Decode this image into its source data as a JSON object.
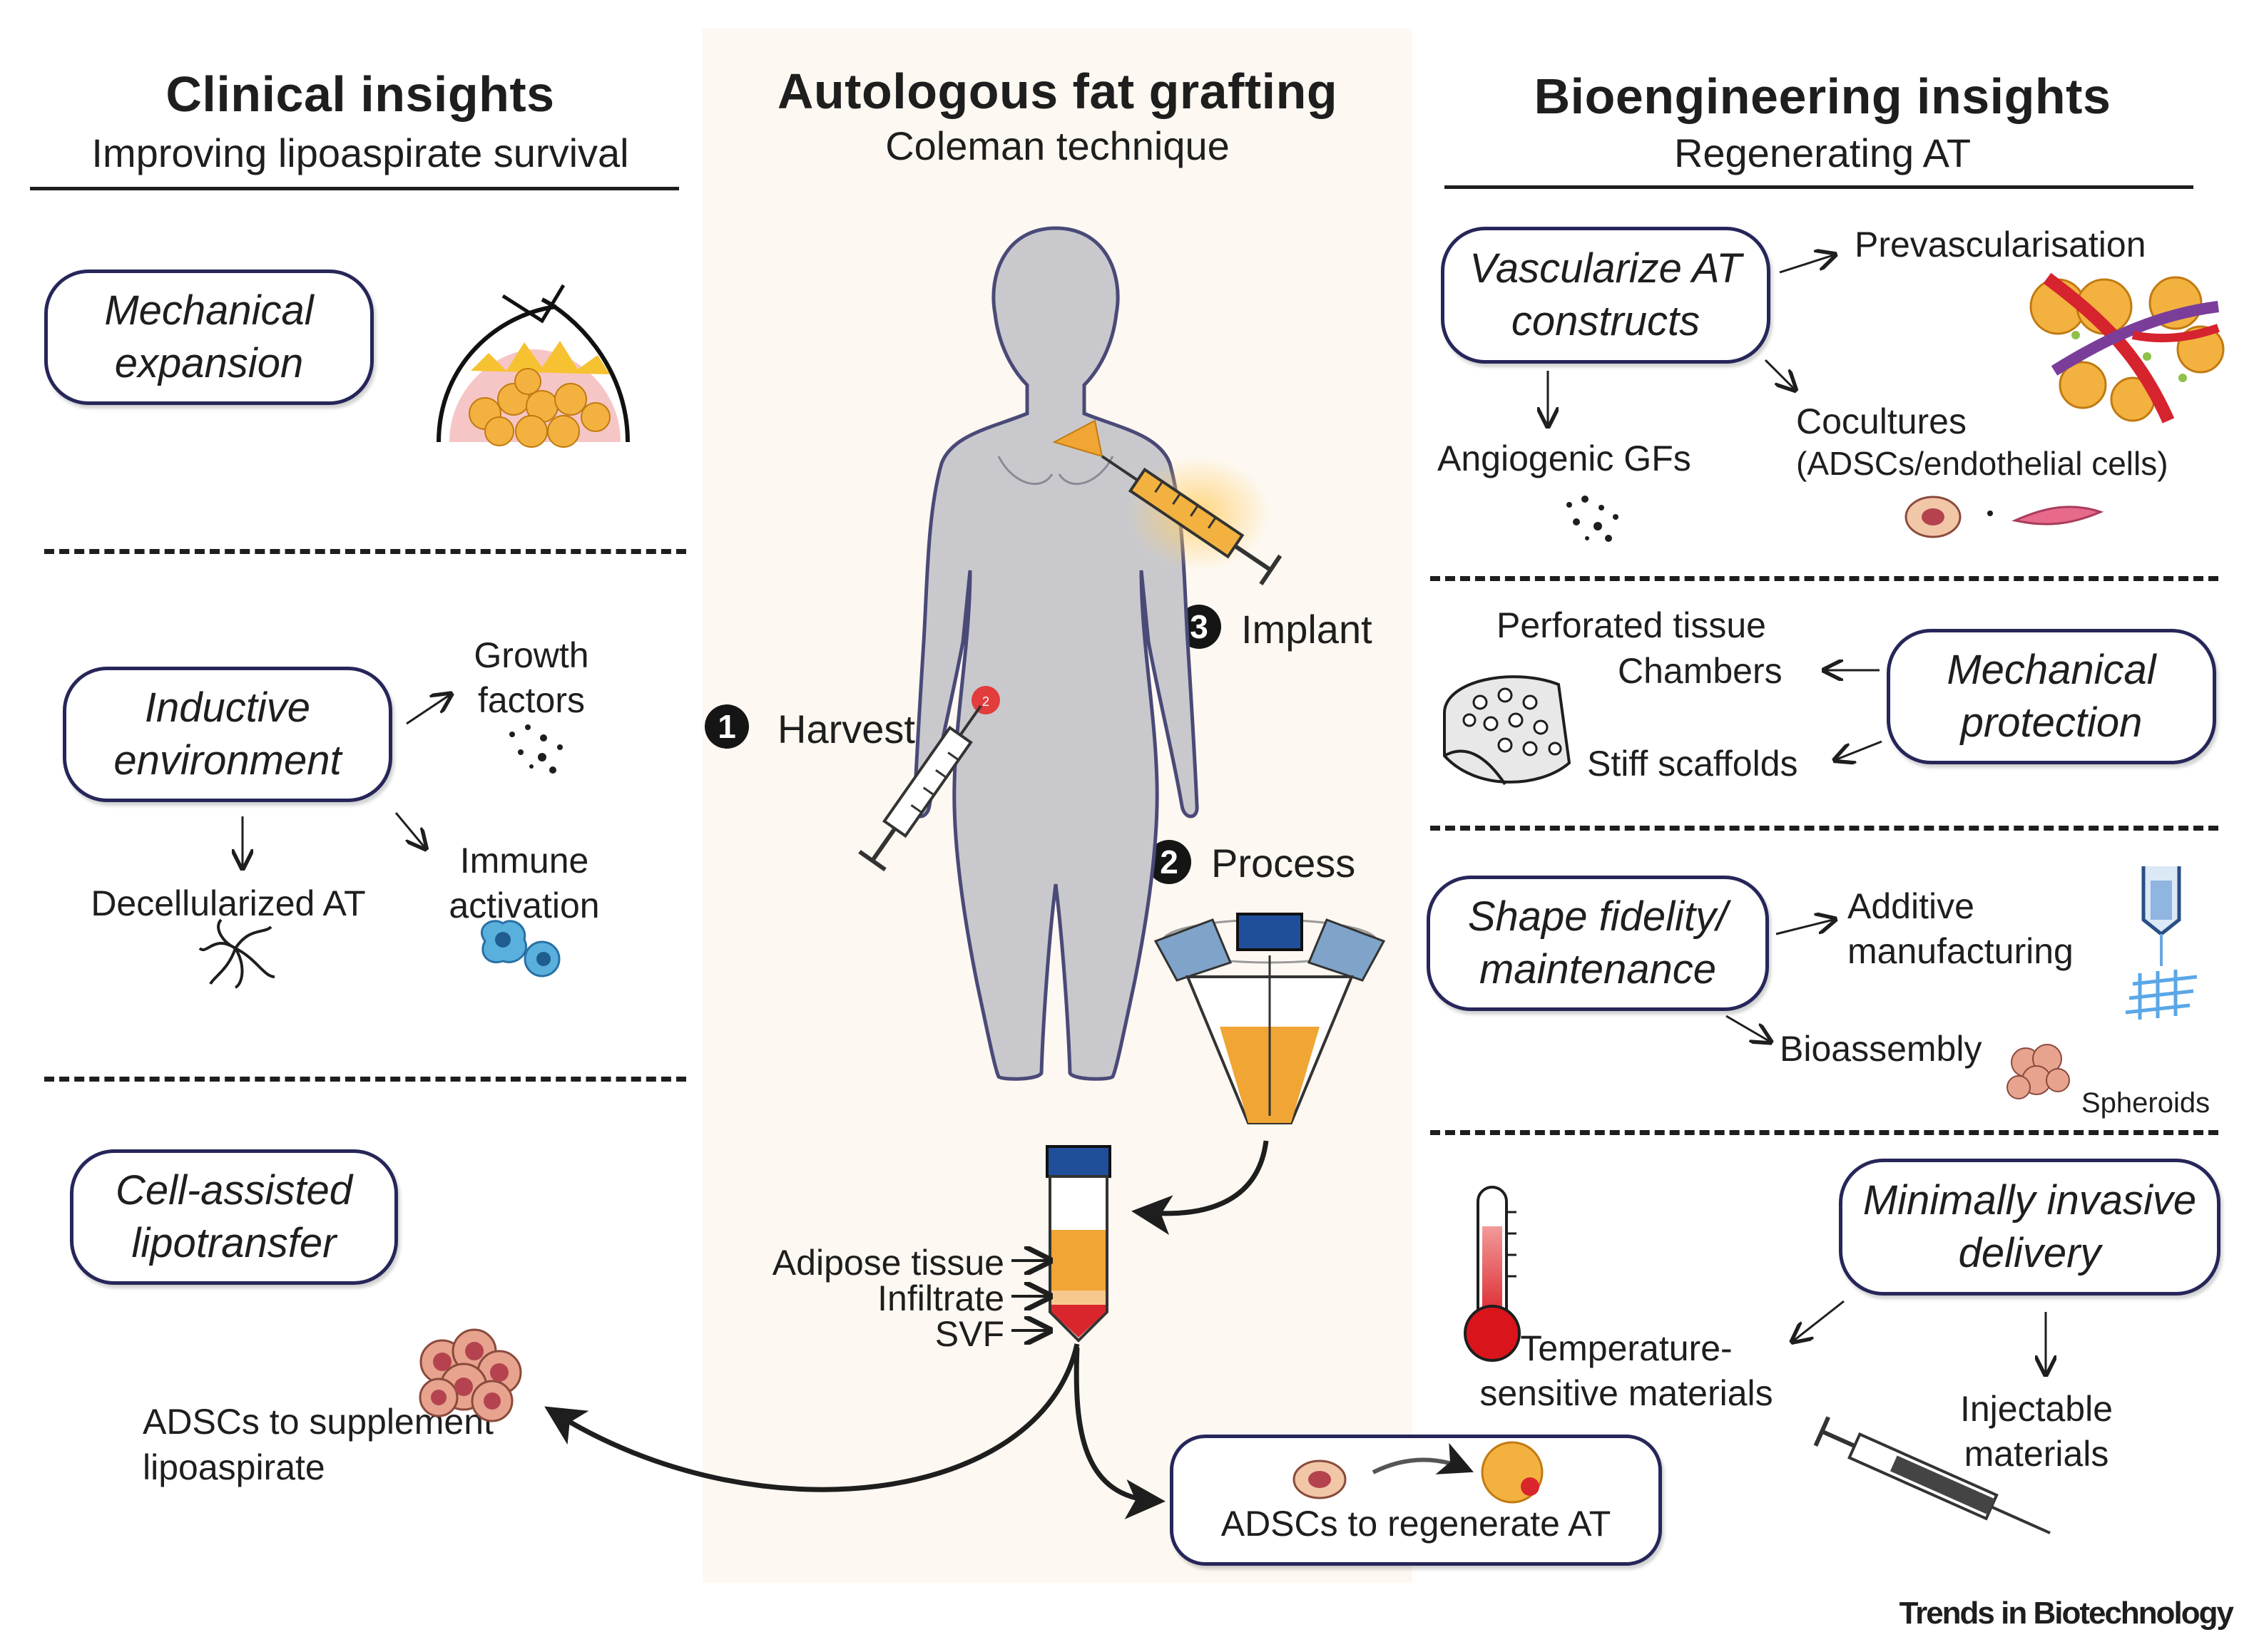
{
  "center": {
    "title": "Autologous fat grafting",
    "subtitle": "Coleman technique",
    "steps": [
      {
        "num": "1",
        "label": "Harvest"
      },
      {
        "num": "2",
        "label": "Process"
      },
      {
        "num": "3",
        "label": "Implant"
      }
    ],
    "tube_labels": [
      "Adipose tissue",
      "Infiltrate",
      "SVF"
    ],
    "regenerate_box": "ADSCs to regenerate AT"
  },
  "left": {
    "title": "Clinical insights",
    "subtitle": "Improving lipoaspirate survival",
    "mechanical_expansion": "Mechanical expansion",
    "inductive_environment": "Inductive environment",
    "growth_factors": "Growth factors",
    "decellularized": "Decellularized AT",
    "immune_activation": "Immune activation",
    "cell_assisted": "Cell-assisted lipotransfer",
    "adscs_supplement": "ADSCs to supplement lipoaspirate"
  },
  "right": {
    "title": "Bioengineering insights",
    "subtitle": "Regenerating AT",
    "vascularize": "Vascularize AT constructs",
    "prevascularisation": "Prevascularisation",
    "angiogenic": "Angiogenic GFs",
    "cocultures": "Cocultures",
    "cocultures_sub": "(ADSCs/endothelial cells)",
    "mechanical_protection": "Mechanical protection",
    "perforated": "Perforated tissue",
    "chambers": "Chambers",
    "stiff": "Stiff scaffolds",
    "shape_fidelity": "Shape fidelity/ maintenance",
    "additive": "Additive manufacturing",
    "bioassembly": "Bioassembly",
    "spheroids": "Spheroids",
    "minimally_invasive": "Minimally invasive delivery",
    "temperature": "Temperature- sensitive materials",
    "injectable": "Injectable materials"
  },
  "credit": "Trends in Biotechnology",
  "colors": {
    "box_border": "#26265a",
    "fat_orange": "#f0a534",
    "cap_blue": "#1f4f9a",
    "cell_red": "#d9434a",
    "silhouette": "#c9c9cd",
    "center_bg": "#fdf8f1"
  }
}
